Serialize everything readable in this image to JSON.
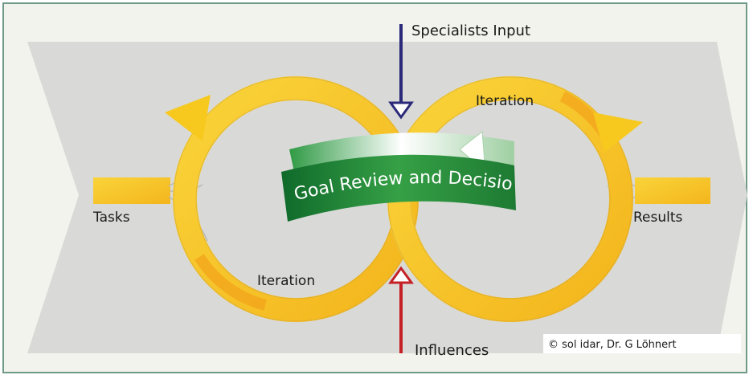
{
  "labels": {
    "specialists_input": "Specialists Input",
    "iteration_top": "Iteration",
    "iteration_bottom": "Iteration",
    "tasks": "Tasks",
    "results": "Results",
    "influences": "Influences",
    "goal_review": "Goal Review and Decisions",
    "copyright": "© sol idar, Dr. G Löhnert"
  },
  "colors": {
    "background_band": "#d8d8d6",
    "loop_yellow": "#f7c81e",
    "loop_orange": "#f2a21a",
    "ribbon_green": "#2e8a3c",
    "specialists_arrow": "#2b2a7a",
    "influences_arrow": "#c42026",
    "frame_border": "#6e9a86"
  },
  "icons": {
    "specialists_arrow": "arrow-down-icon",
    "influences_arrow": "arrow-up-icon"
  }
}
